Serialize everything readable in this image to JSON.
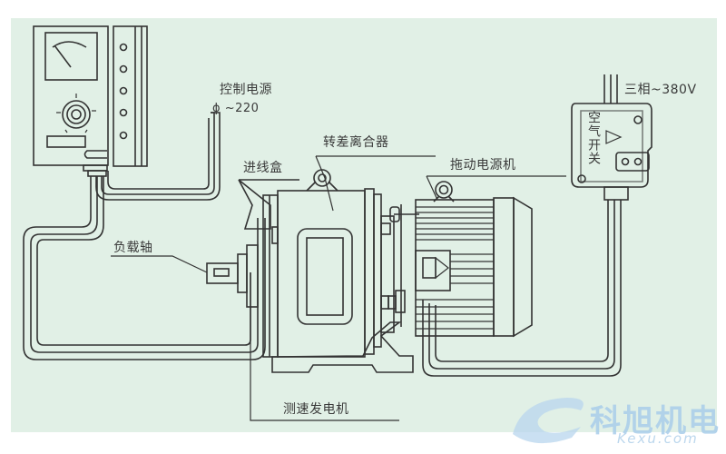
{
  "diagram": {
    "title": "",
    "background_color": "#e1f0e6",
    "line_color": "#333333",
    "labels": {
      "control_power": "控制电源",
      "control_voltage": "ϕ ~220",
      "slip_clutch": "转差离合器",
      "junction_box": "进线盒",
      "drive_motor": "拖动电源机",
      "three_phase": "三相~380V",
      "air_switch": "空气开关",
      "load_shaft": "负载轴",
      "tacho_generator": "测速发电机"
    },
    "components": [
      {
        "id": "controller",
        "name": "Speed controller with meter, knob and indicator lamps"
      },
      {
        "id": "junction-box",
        "name": "进线盒"
      },
      {
        "id": "slip-clutch",
        "name": "转差离合器"
      },
      {
        "id": "drive-motor",
        "name": "拖动电源机"
      },
      {
        "id": "air-switch",
        "name": "空气开关"
      },
      {
        "id": "load-shaft",
        "name": "负载轴"
      },
      {
        "id": "tacho",
        "name": "测速发电机"
      }
    ],
    "controller_indicator_count": 5
  },
  "watermark": {
    "cn": "科旭机电",
    "en": "Kexu.com",
    "color": "#a9cdea"
  }
}
